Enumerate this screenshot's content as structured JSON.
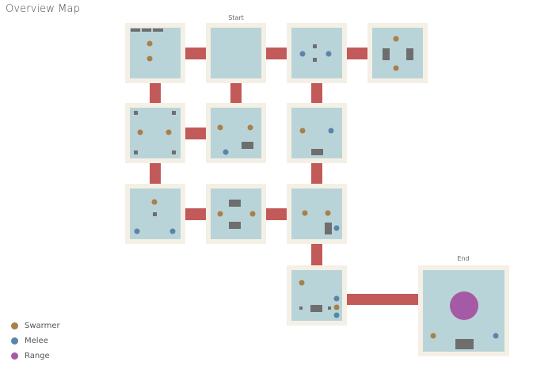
{
  "title": "Overview Map",
  "labels": {
    "start": "Start",
    "end": "End"
  },
  "legend": [
    {
      "label": "Swarmer",
      "color": "#a8804a"
    },
    {
      "label": "Melee",
      "color": "#5a84aa"
    },
    {
      "label": "Range",
      "color": "#a55aa5"
    }
  ],
  "colors": {
    "room_fill": "#b9d4d8",
    "room_border": "#f5f0e6",
    "corridor": "#c25a5a",
    "obstacle": "#6e6e6e",
    "swarmer": "#a8804a",
    "melee": "#5a84aa",
    "range": "#a55aa5"
  }
}
